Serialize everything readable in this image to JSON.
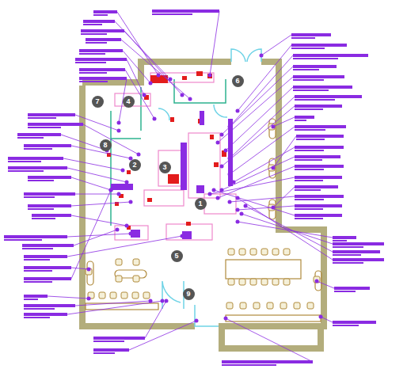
{
  "diagram": {
    "labels": [
      "6",
      "7",
      "4",
      "8",
      "2",
      "3",
      "1",
      "5",
      "9"
    ]
  }
}
